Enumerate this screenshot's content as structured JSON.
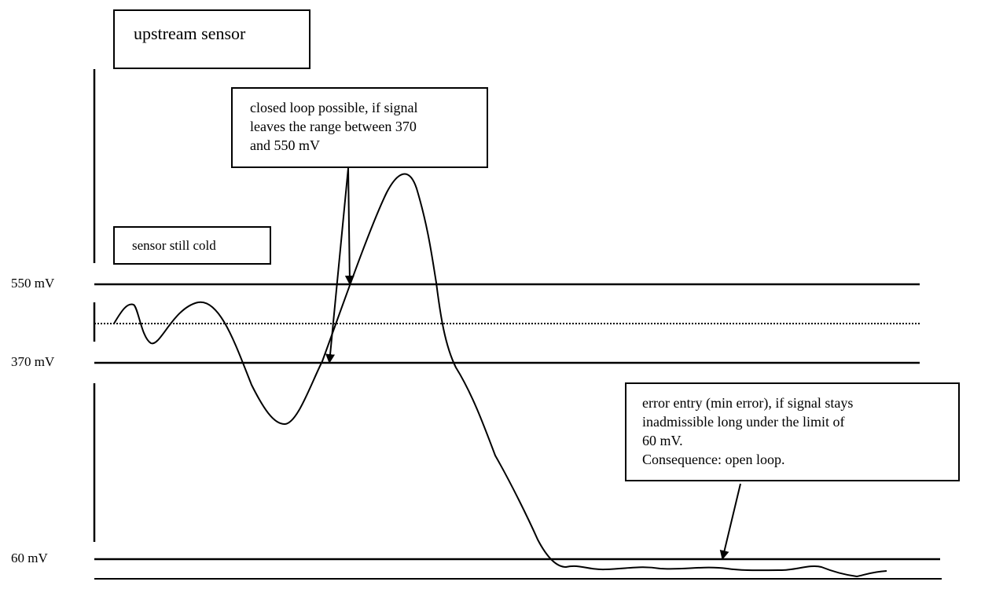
{
  "title": "upstream sensor",
  "annotations": {
    "sensor_cold": "sensor still cold",
    "closed_loop": [
      "closed loop possible, if signal",
      "leaves the range between 370",
      "and 550 mV"
    ],
    "error_entry": [
      "error entry (min error), if signal stays",
      "inadmissible long under the limit of",
      "60 mV.",
      "Consequence: open loop."
    ]
  },
  "levels": {
    "upper": "550 mV",
    "lower": "370 mV",
    "min": "60 mV"
  }
}
